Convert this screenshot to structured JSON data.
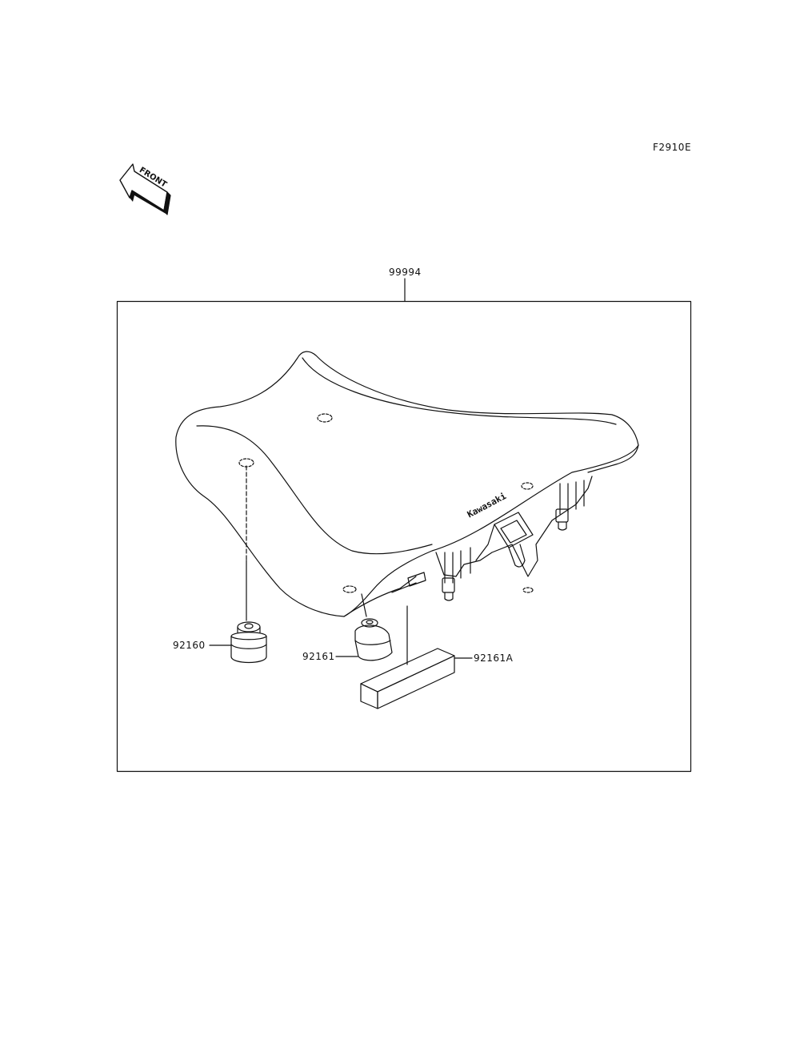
{
  "figure_code": "F2910E",
  "front_label": "FRONT",
  "parts": {
    "assembly": "99994",
    "grommet_large": "92160",
    "damper_small": "92161",
    "damper_block": "92161A"
  },
  "seat_logo": "Kawasaki"
}
